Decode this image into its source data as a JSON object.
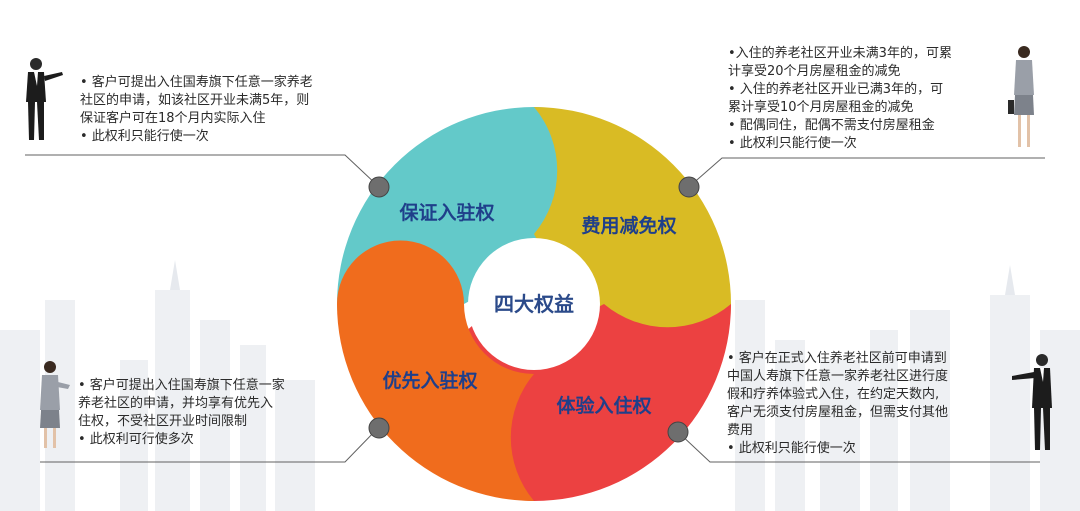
{
  "center": {
    "label": "四大权益"
  },
  "sectors": [
    {
      "label": "保证入驻权",
      "color": "#63c9c9",
      "text_color": "#1f3f8a"
    },
    {
      "label": "费用减免权",
      "color": "#d9bb24",
      "text_color": "#1f3f8a"
    },
    {
      "label": "体验入住权",
      "color": "#ec4141",
      "text_color": "#1f3f8a"
    },
    {
      "label": "优先入驻权",
      "color": "#f06c1d",
      "text_color": "#1f3f8a"
    }
  ],
  "notes": {
    "top_left": [
      "• 客户可提出入住国寿旗下任意一家养老",
      "社区的申请，如该社区开业未满5年，则",
      "保证客户可在18个月内实际入住",
      "• 此权利只能行使一次"
    ],
    "top_right": [
      "•入住的养老社区开业未满3年的，可累",
      "计享受20个月房屋租金的减免",
      "• 入住的养老社区开业已满3年的，可",
      "累计享受10个月房屋租金的减免",
      "• 配偶同住，配偶不需支付房屋租金",
      "• 此权利只能行使一次"
    ],
    "bottom_left": [
      "• 客户可提出入住国寿旗下任意一家",
      "养老社区的申请，并均享有优先入",
      "住权，不受社区开业时间限制",
      "• 此权利可行使多次"
    ],
    "bottom_right": [
      "• 客户在正式入住养老社区前可申请到",
      "中国人寿旗下任意一家养老社区进行度",
      "假和疗养体验式入住，在约定天数内,",
      "客户无须支付房屋租金，但需支付其他",
      "费用",
      "• 此权利只能行使一次"
    ]
  },
  "colors": {
    "connector": "#606060",
    "dot": "#6e6e6e",
    "background": "#ffffff"
  }
}
